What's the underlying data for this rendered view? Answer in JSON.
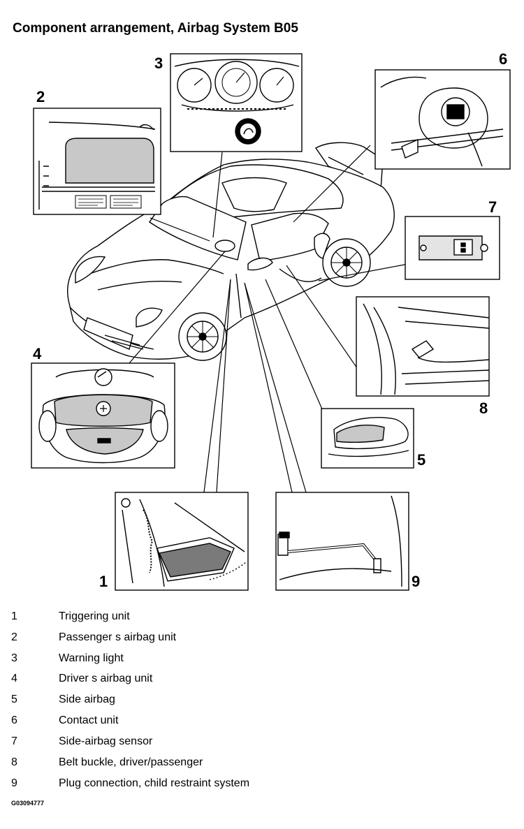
{
  "title": "Component arrangement, Airbag System B05",
  "callouts": [
    "1",
    "2",
    "3",
    "4",
    "5",
    "6",
    "7",
    "8",
    "9"
  ],
  "legend": [
    {
      "num": "1",
      "text": "Triggering unit"
    },
    {
      "num": "2",
      "text": "Passenger s airbag unit"
    },
    {
      "num": "3",
      "text": "Warning light"
    },
    {
      "num": "4",
      "text": "Driver s airbag unit"
    },
    {
      "num": "5",
      "text": "Side airbag"
    },
    {
      "num": "6",
      "text": "Contact unit"
    },
    {
      "num": "7",
      "text": "Side-airbag sensor"
    },
    {
      "num": "8",
      "text": "Belt buckle, driver/passenger"
    },
    {
      "num": "9",
      "text": "Plug connection, child restraint system"
    }
  ],
  "figure_code": "G03094777"
}
